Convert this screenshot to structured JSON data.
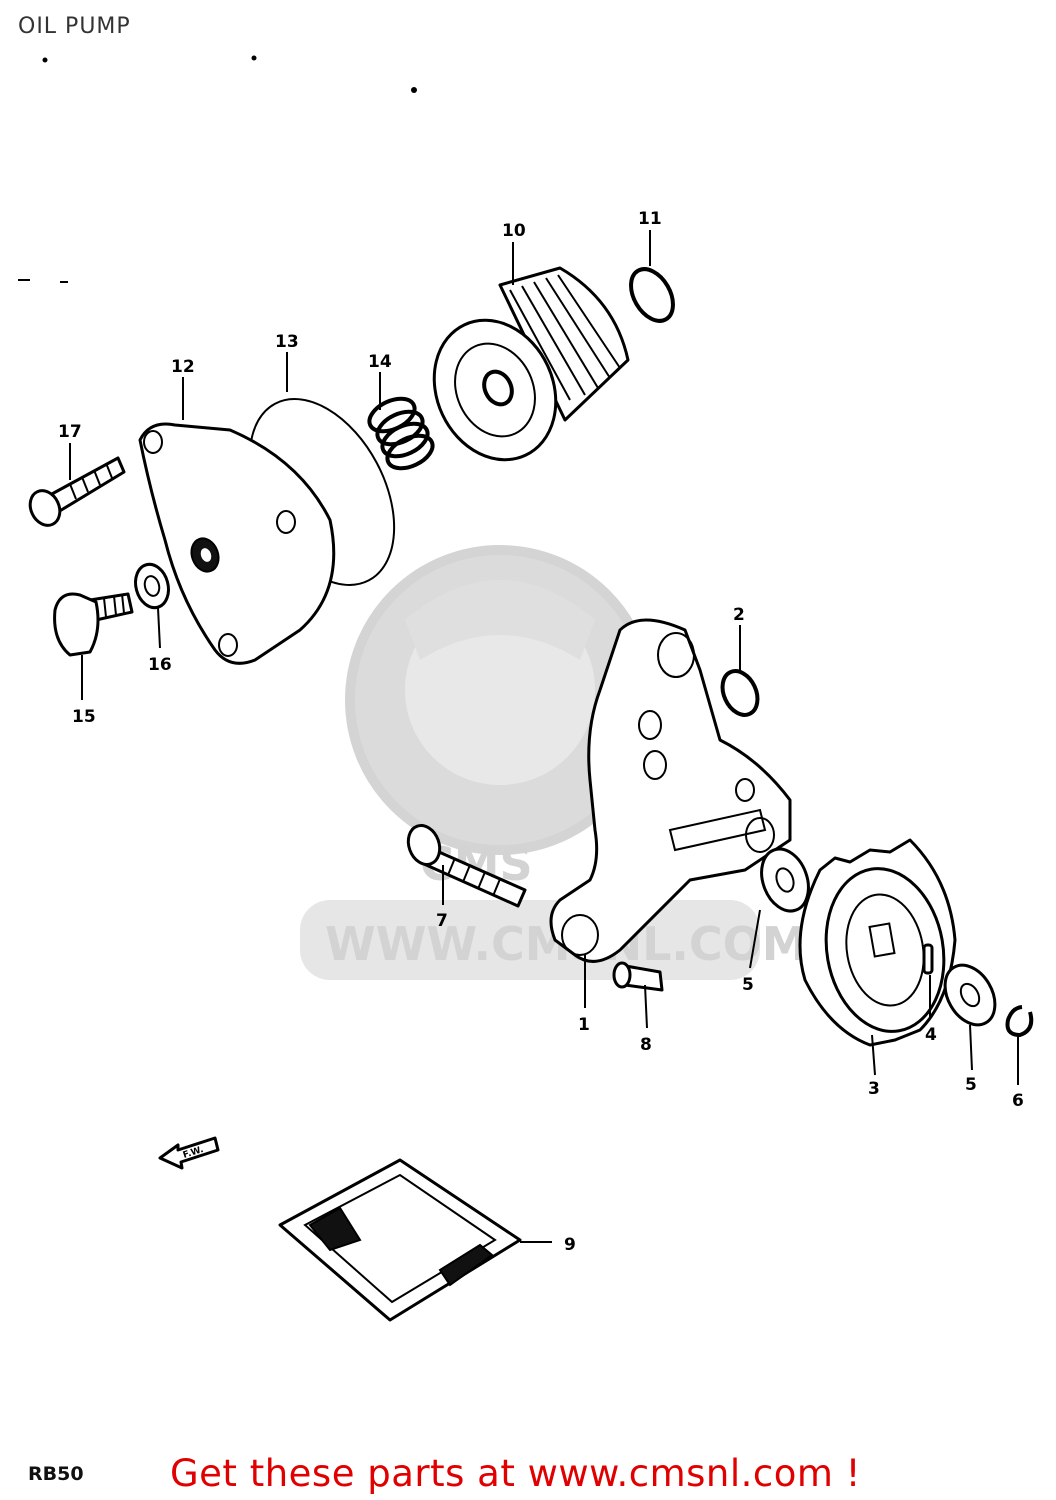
{
  "page": {
    "title": "OIL PUMP",
    "model_code": "RB50",
    "call_to_action": "Get these parts at www.cmsnl.com !"
  },
  "watermark": {
    "text": "WWW.CMSNL.COM",
    "logo_text": "CMS"
  },
  "callouts": [
    {
      "id": "1",
      "label": "1"
    },
    {
      "id": "2",
      "label": "2"
    },
    {
      "id": "3",
      "label": "3"
    },
    {
      "id": "4",
      "label": "4"
    },
    {
      "id": "5a",
      "label": "5"
    },
    {
      "id": "5b",
      "label": "5"
    },
    {
      "id": "6",
      "label": "6"
    },
    {
      "id": "7",
      "label": "7"
    },
    {
      "id": "8",
      "label": "8"
    },
    {
      "id": "9",
      "label": "9"
    },
    {
      "id": "10",
      "label": "10"
    },
    {
      "id": "11",
      "label": "11"
    },
    {
      "id": "12",
      "label": "12"
    },
    {
      "id": "13",
      "label": "13"
    },
    {
      "id": "14",
      "label": "14"
    },
    {
      "id": "15",
      "label": "15"
    },
    {
      "id": "16",
      "label": "16"
    },
    {
      "id": "17",
      "label": "17"
    }
  ],
  "direction_arrow": {
    "label": "F.W.",
    "icon": "forward-arrow-icon"
  }
}
